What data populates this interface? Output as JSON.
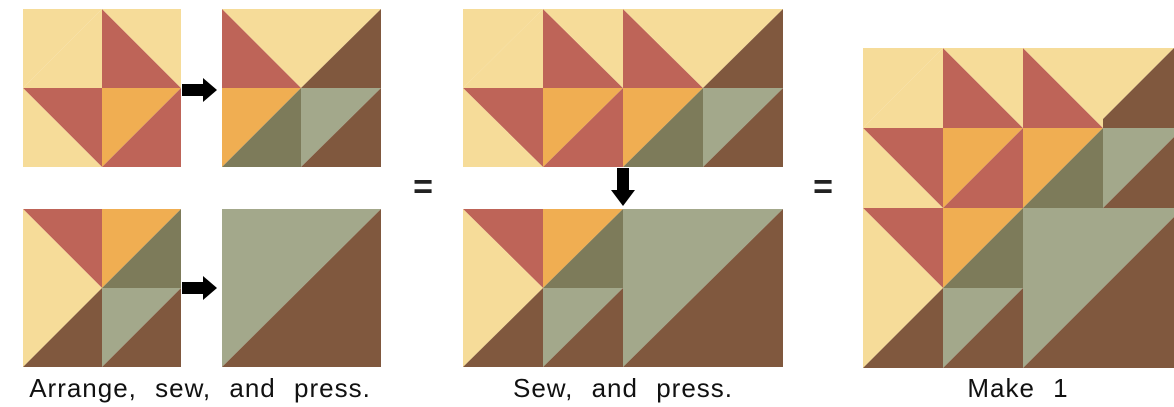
{
  "captions": {
    "step1": "Arrange, sew, and press.",
    "step2": "Sew, and press.",
    "step3": "Make 1"
  },
  "equals_sign": "=",
  "colors": {
    "cream": "#F6DC99",
    "rust": "#BE6458",
    "gold": "#F0AE52",
    "olive": "#7D7B5A",
    "sage": "#A3A88B",
    "brown": "#80583E",
    "arrow": "#000000",
    "text": "#111111"
  },
  "blocks": {
    "step1_top_left": [
      [
        "cream",
        "cream"
      ],
      [
        "rust",
        "cream"
      ],
      [
        "cream",
        "rust"
      ],
      [
        "rust",
        "gold"
      ]
    ],
    "step1_top_right": [
      [
        "rust",
        "cream"
      ],
      [
        "cream",
        "brown"
      ],
      [
        "gold",
        "olive"
      ],
      [
        "sage",
        "brown"
      ]
    ],
    "step1_bottom_left": [
      [
        "rust",
        "cream"
      ],
      [
        "gold",
        "olive"
      ],
      [
        "cream",
        "brown"
      ],
      [
        "sage",
        "brown"
      ]
    ],
    "step1_bottom_right": [
      [
        "sage",
        "brown"
      ]
    ]
  },
  "arrows": [
    "right",
    "right",
    "down"
  ]
}
